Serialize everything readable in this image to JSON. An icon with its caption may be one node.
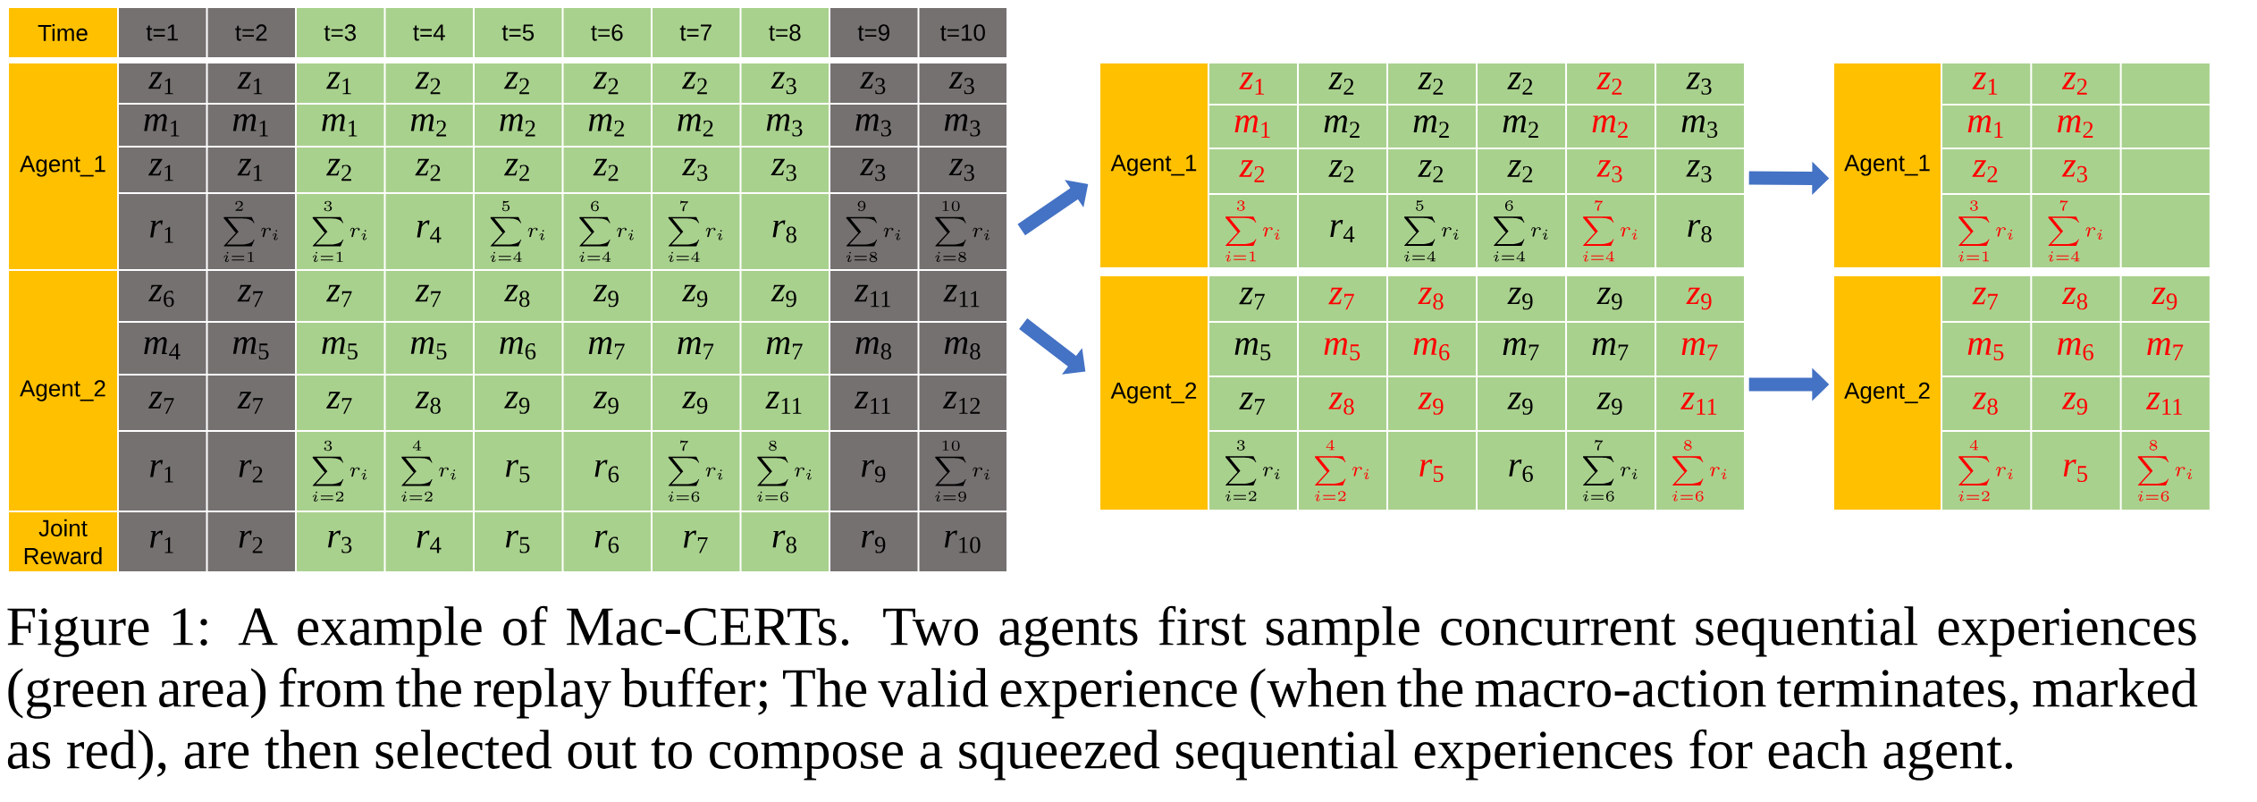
{
  "diagram": {
    "caption": "Figure 1: A example of Mac-CERTs. Two agents first sample concurrent sequential experiences (green area) from the replay buffer; The valid experience (when the macro-action terminates, marked as red), are then selected out to compose a squeezed sequential experiences for each agent.",
    "nodes": [
      {
        "text": [
          "Agent_1",
          "*z*$_{1}$",
          "*z*$_{1}$",
          "*z*$_{1}$",
          "*z*$_{2}$",
          "*z*$_{2}$",
          "*z*$_{2}$",
          "*z*$_{2}$",
          "*z*$_{3}$",
          "*z*$_{3}$",
          "*z*$_{3}$",
          "*m*$_{1}$",
          "*m*$_{1}$",
          "*m*$_{1}$",
          "*m*$_{2}$",
          "*m*$_{2}$",
          "*m*$_{2}$",
          "*m*$_{2}$",
          "*m*$_{3}$",
          "*m*$_{3}$",
          "*m*$_{3}$",
          "*z*$_{1}$",
          "*z*$_{1}$",
          "*z*$_{2}$",
          "*z*$_{2}$",
          "*z*$_{2}$",
          "*z*$_{2}$",
          "*z*$_{3}$",
          "*z*$_{3}$",
          "*z*$_{3}$",
          "*z*$_{3}$",
          "*r*$_{1}$",
          "\\sum_{i=1}^{2} r_i",
          "\\sum_{i=1}^{3} r_i",
          "*r*$_{4}$",
          "\\sum_{i=4}^{5} r_i",
          "\\sum_{i=4}^{6} r_i",
          "\\sum_{i=4}^{7} r_i",
          "*r*$_{8}$",
          "\\sum_{i=8}^{9} r_i",
          "\\sum_{i=8}^{10} r_i"
        ]
      },
      {
        "text": [
          "Agent_2",
          "*z*$_{6}$",
          "*z*$_{7}$",
          "*z*$_{7}$",
          "*z*$_{7}$",
          "*z*$_{8}$",
          "*z*$_{9}$",
          "*z*$_{9}$",
          "*z*$_{9}$",
          "*z*$_{11}$",
          "*z*$_{11}$",
          "*m*$_{4}$",
          "*m*$_{5}$",
          "*m*$_{5}$",
          "*m*$_{5}$",
          "*m*$_{6}$",
          "*m*$_{7}$",
          "*m*$_{7}$",
          "*m*$_{7}$",
          "*m*$_{8}$",
          "*m*$_{8}$",
          "*z*$_{7}$",
          "*z*$_{7}$",
          "*z*$_{7}$",
          "*z*$_{8}$",
          "*z*$_{9}$",
          "*z*$_{9}$",
          "*z*$_{9}$",
          "*z*$_{11}$",
          "*z*$_{11}$",
          "*z*$_{12}$",
          "*r*$_{1}$",
          "*r*$_{2}$",
          "\\sum_{i=2}^{3} r_i",
          "\\sum_{i=2}^{4} r_i",
          "*r*$_{5}$",
          "*r*$_{6}$",
          "\\sum_{i=6}^{7} r_i",
          "\\sum_{i=6}^{8} r_i",
          "*r*$_{9}$",
          "\\sum_{i=9}^{10} r_i"
        ]
      },
      {
        "text": [
          "Agent_1",
          "*z*$_{1}$",
          "*z*$_{2}$",
          "*z*$_{2}$",
          "*z*$_{2}$",
          "*z*$_{2}$",
          "*z*$_{3}$",
          "*m*$_{1}$",
          "*m*$_{2}$",
          "*m*$_{2}$",
          "*m*$_{2}$",
          "*m*$_{2}$",
          "*m*$_{3}$",
          "*z*$_{2}$",
          "*z*$_{2}$",
          "*z*$_{2}$",
          "*z*$_{2}$",
          "*z*$_{3}$",
          "*z*$_{3}$",
          "\\sum_{i=1}^{3} r_i",
          "*r*$_{4}$",
          "\\sum_{i=4}^{5} r_i",
          "\\sum_{i=4}^{6} r_i",
          "\\sum_{i=4}^{7} r_i",
          "*r*$_{8}$"
        ]
      },
      {
        "text": [
          "Agent_2",
          "*z*$_{7}$",
          "*z*$_{7}$",
          "*z*$_{8}$",
          "*z*$_{9}$",
          "*z*$_{9}$",
          "*z*$_{9}$",
          "*m*$_{5}$",
          "*m*$_{5}$",
          "*m*$_{6}$",
          "*m*$_{7}$",
          "*m*$_{7}$",
          "*m*$_{7}$",
          "*z*$_{7}$",
          "*z*$_{8}$",
          "*z*$_{9}$",
          "*z*$_{9}$",
          "*z*$_{9}$",
          "*z*$_{11}$",
          "\\sum_{i=2}^{3} r_i",
          "\\sum_{i=2}^{4} r_i",
          "*r*$_{5}$",
          "*r*$_{6}$",
          "\\sum_{i=6}^{7} r_i",
          "\\sum_{i=6}^{8} r_i"
        ]
      },
      {
        "text": [
          "Agent_1",
          "*z*$_{1}$",
          "*z*$_{2}$",
          "*m*$_{1}$",
          "*m*$_{2}$",
          "*z*$_{2}$",
          "*z*$_{3}$",
          "\\sum_{i=1}^{3} r_i",
          "\\sum_{i=4}^{7} r_i"
        ]
      },
      {
        "text": [
          "Agent_2",
          "*z*$_{7}$",
          "*z*$_{8}$",
          "*z*$_{9}$",
          "*m*$_{5}$",
          "*m*$_{6}$",
          "*m*$_{7}$",
          "*z*$_{8}$",
          "*z*$_{9}$",
          "*z*$_{11}$",
          "\\sum_{i=2}^{4} r_i",
          "*r*$_{5}$",
          "\\sum_{i=6}^{8} r_i"
        ]
      }
    ],
    "edges": [
      {
        "from": 0,
        "to": 2,
        "arrow": "to"
      },
      {
        "from": 1,
        "to": 3,
        "arrow": "to"
      },
      {
        "from": 2,
        "to": 4,
        "arrow": "to"
      },
      {
        "from": 3,
        "to": 5,
        "arrow": "to"
      }
    ],
    "labels": [
      "Time",
      "t=1",
      "t=2",
      "t=3",
      "t=4",
      "t=5",
      "t=6",
      "t=7",
      "t=8",
      "t=9",
      "t=10",
      "Joint Reward",
      "*r*$_{1}$",
      "*r*$_{2}$",
      "*r*$_{3}$",
      "*r*$_{4}$",
      "*r*$_{5}$",
      "*r*$_{6}$",
      "*r*$_{7}$",
      "*r*$_{8}$",
      "*r*$_{9}$",
      "*r*$_{10}$"
    ]
  }
}
